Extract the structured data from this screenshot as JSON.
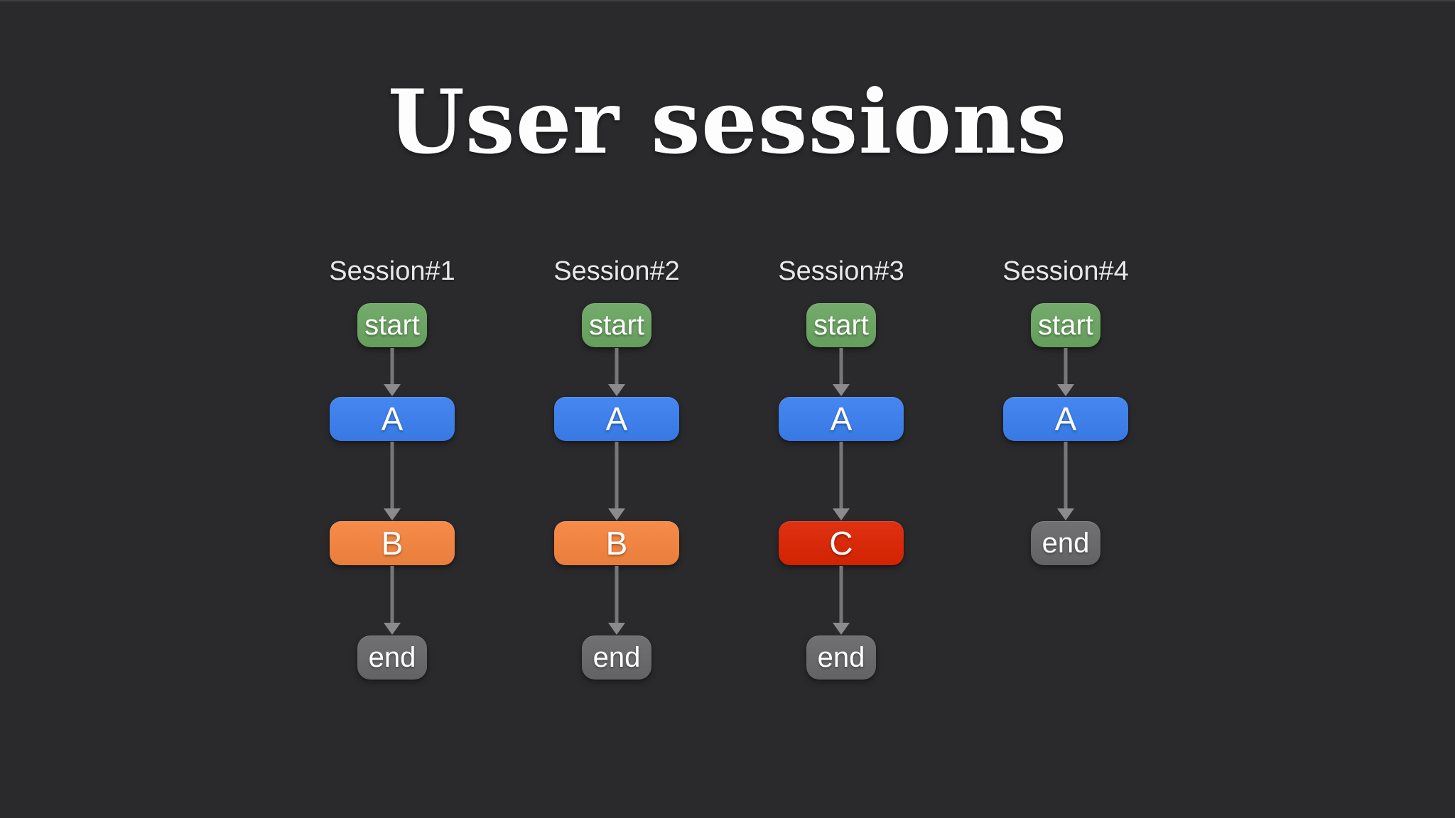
{
  "title": "User sessions",
  "colors": {
    "background": "#2a2a2c",
    "node_start": "#6aa661",
    "node_a": "#3b7ff0",
    "node_b": "#f6843f",
    "node_c": "#dd2503",
    "node_end": "#68686a",
    "arrow_stem": "#77777a",
    "arrow_head": "#8b8b8d",
    "title_text": "#fdfdfd",
    "label_text": "#e8e8e9",
    "node_text": "#ffffff"
  },
  "sessions": [
    {
      "title": "Session#1",
      "nodes": [
        {
          "label": "start",
          "type": "start"
        },
        {
          "label": "A",
          "type": "a"
        },
        {
          "label": "B",
          "type": "b"
        },
        {
          "label": "end",
          "type": "end"
        }
      ]
    },
    {
      "title": "Session#2",
      "nodes": [
        {
          "label": "start",
          "type": "start"
        },
        {
          "label": "A",
          "type": "a"
        },
        {
          "label": "B",
          "type": "b"
        },
        {
          "label": "end",
          "type": "end"
        }
      ]
    },
    {
      "title": "Session#3",
      "nodes": [
        {
          "label": "start",
          "type": "start"
        },
        {
          "label": "A",
          "type": "a"
        },
        {
          "label": "C",
          "type": "c"
        },
        {
          "label": "end",
          "type": "end"
        }
      ]
    },
    {
      "title": "Session#4",
      "nodes": [
        {
          "label": "start",
          "type": "start"
        },
        {
          "label": "A",
          "type": "a"
        },
        {
          "label": "end",
          "type": "end"
        }
      ]
    }
  ]
}
